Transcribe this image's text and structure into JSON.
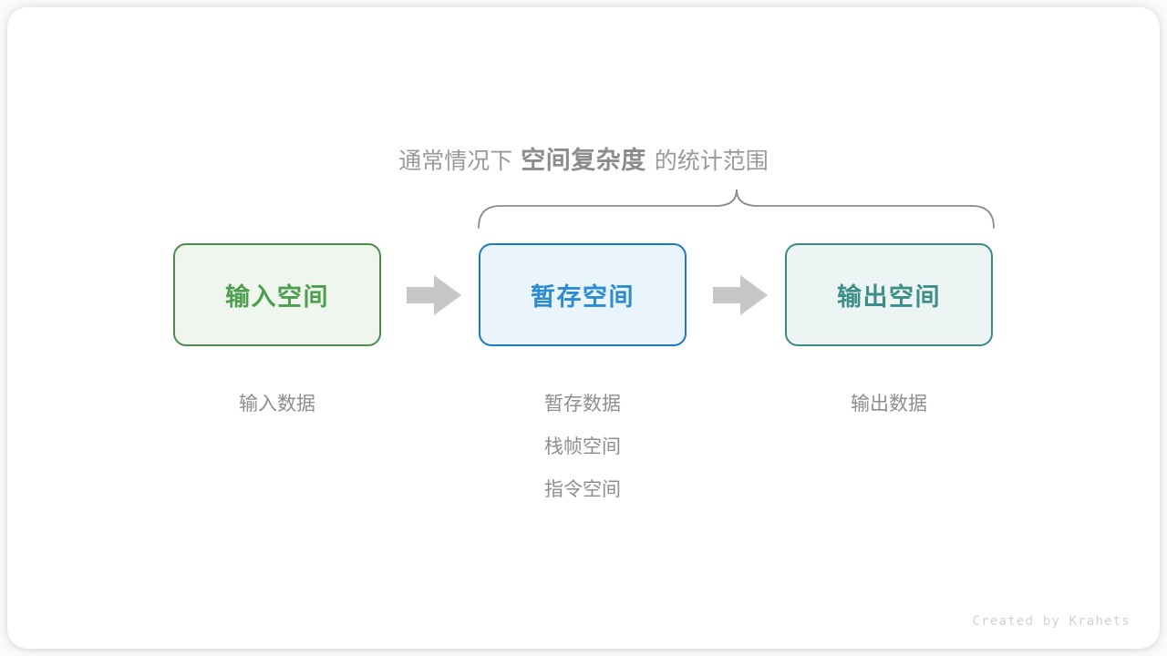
{
  "heading": {
    "prefix": "通常情况下",
    "emphasis": "空间复杂度",
    "suffix": "的统计范围"
  },
  "flow": {
    "boxes": [
      {
        "label": "输入空间",
        "accent": "#4e9e50",
        "border": "#4e8b4e",
        "fill": "#eef6ee"
      },
      {
        "label": "暂存空间",
        "accent": "#2c8bd4",
        "border": "#1b7ac4",
        "fill": "#e9f4fd"
      },
      {
        "label": "输出空间",
        "accent": "#3d8e88",
        "border": "#3b8b85",
        "fill": "#edf5f4"
      }
    ],
    "arrows": [
      {
        "name": "arrow-input-to-temp",
        "glyph": "right-arrow",
        "color": "#c6c6c6"
      },
      {
        "name": "arrow-temp-to-output",
        "glyph": "right-arrow",
        "color": "#c6c6c6"
      }
    ],
    "captions": [
      {
        "lines": [
          "输入数据"
        ]
      },
      {
        "lines": [
          "暂存数据",
          "栈帧空间",
          "指令空间"
        ]
      },
      {
        "lines": [
          "输出数据"
        ]
      }
    ]
  },
  "brace": {
    "name": "scope-brace",
    "color": "#8a8a8a",
    "spans_boxes": [
      "暂存空间",
      "输出空间"
    ]
  },
  "credit": "Created by Krahets"
}
